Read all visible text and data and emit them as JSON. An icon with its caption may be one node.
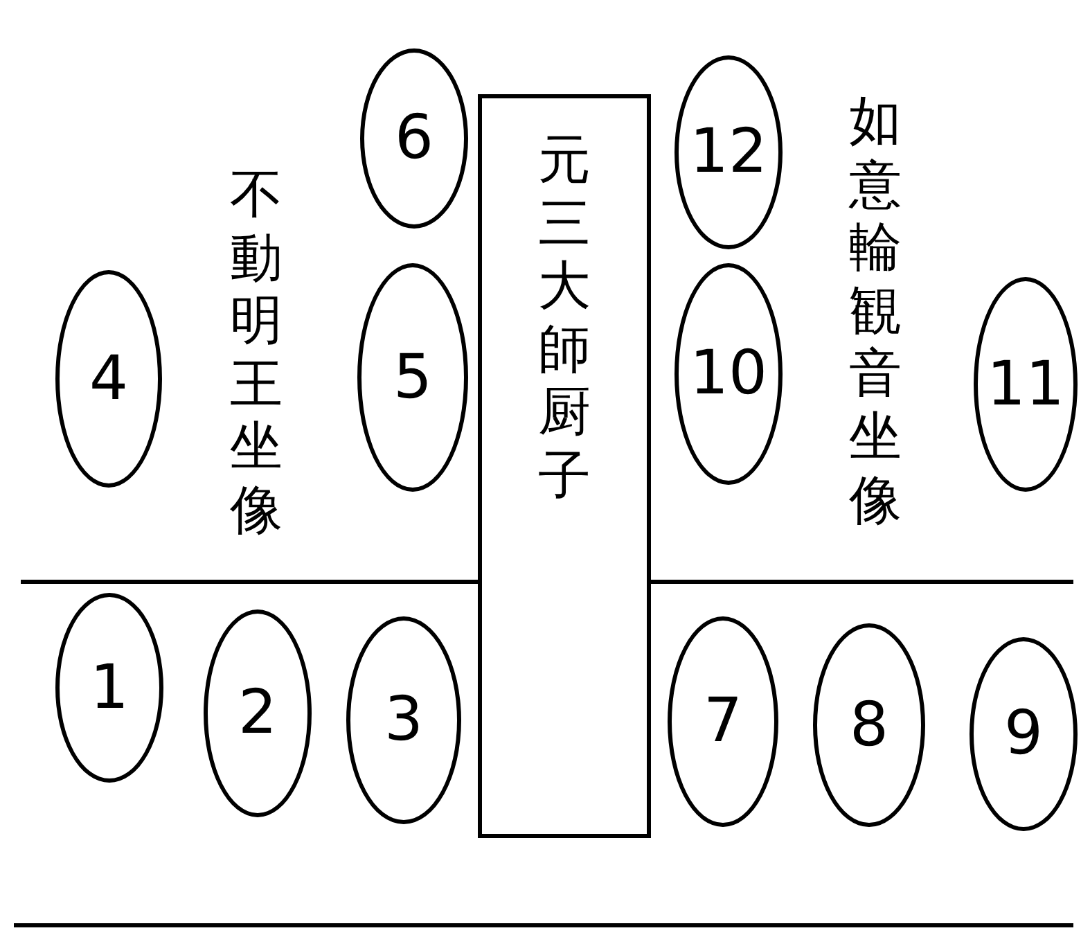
{
  "diagram": {
    "nodes": [
      {
        "text": [
          "6"
        ]
      },
      {
        "text": [
          "元三大師厨子"
        ]
      },
      {
        "text": [
          "12"
        ]
      },
      {
        "text": [
          "4"
        ]
      },
      {
        "text": [
          "5"
        ]
      },
      {
        "text": [
          "10"
        ]
      },
      {
        "text": [
          "11"
        ]
      },
      {
        "text": [
          "1"
        ]
      },
      {
        "text": [
          "2"
        ]
      },
      {
        "text": [
          "3"
        ]
      },
      {
        "text": [
          "7"
        ]
      },
      {
        "text": [
          "8"
        ]
      },
      {
        "text": [
          "9"
        ]
      }
    ],
    "labels": [
      "不動明王坐像",
      "如意輪観音坐像"
    ]
  }
}
